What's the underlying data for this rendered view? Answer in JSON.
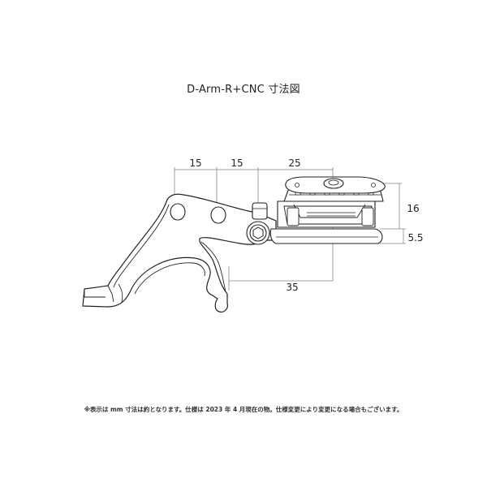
{
  "title": "D-Arm-R+CNC 寸法図",
  "dimensions": {
    "top_left": "15",
    "top_middle": "15",
    "top_right": "25",
    "right_upper": "16",
    "right_lower": "5.5",
    "bottom": "35"
  },
  "footnote": "※表示は mm 寸法は約となります。仕様は 2023 年 4 月現在の物。仕様変更により変更になる場合もございます。",
  "colors": {
    "line": "#222222",
    "dimension": "#888888",
    "background": "#ffffff"
  }
}
